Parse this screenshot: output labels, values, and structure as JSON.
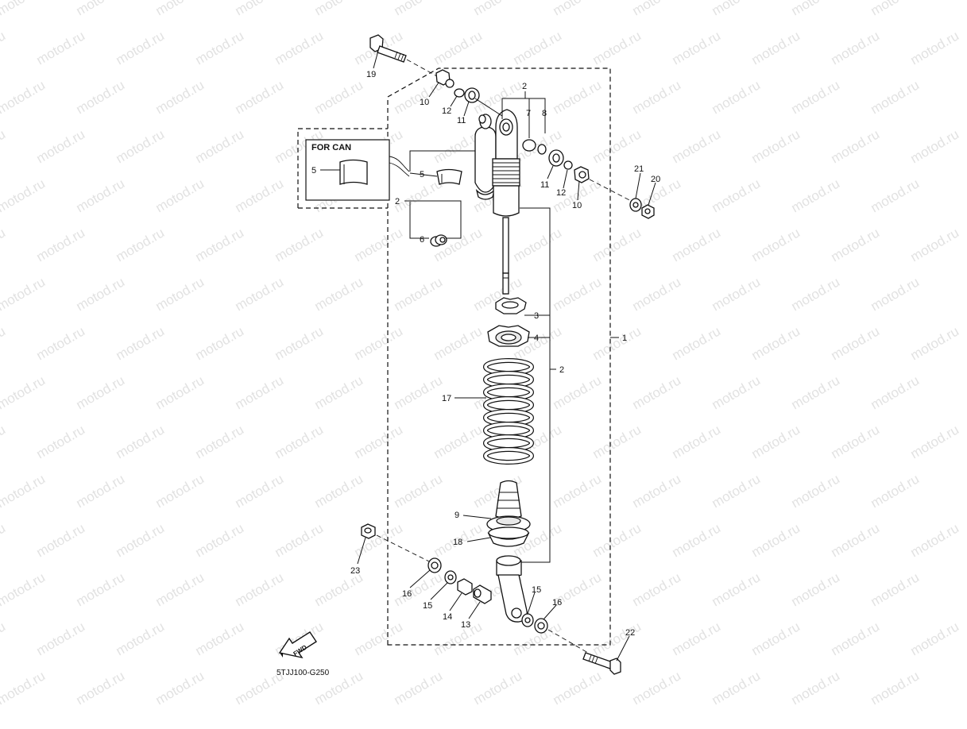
{
  "watermark_text": "motod.ru",
  "inset_title": "FOR CAN",
  "diagram_code": "5TJJ100-G250",
  "fwd_label": "FWD",
  "callouts": {
    "c1": "1",
    "c2a": "2",
    "c2b": "2",
    "c2c": "2",
    "c3": "3",
    "c4": "4",
    "c5a": "5",
    "c5b": "5",
    "c6": "6",
    "c7": "7",
    "c8": "8",
    "c9": "9",
    "c10a": "10",
    "c10b": "10",
    "c11a": "11",
    "c11b": "11",
    "c12a": "12",
    "c12b": "12",
    "c13": "13",
    "c14": "14",
    "c15a": "15",
    "c15b": "15",
    "c16a": "16",
    "c16b": "16",
    "c17": "17",
    "c18": "18",
    "c19": "19",
    "c20": "20",
    "c21": "21",
    "c22": "22",
    "c23": "23"
  }
}
